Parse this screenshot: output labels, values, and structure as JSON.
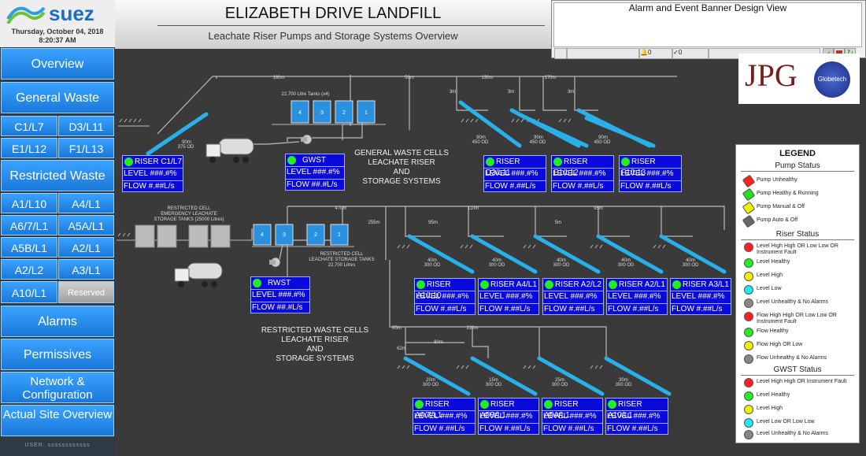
{
  "logo": {
    "brand": "suez",
    "date": "Thursday, October 04, 2018",
    "time": "8:20:37 AM"
  },
  "nav": {
    "overview": "Overview",
    "general_waste": "General Waste",
    "c1": "C1/L7",
    "d3": "D3/L11",
    "e1": "E1/L12",
    "f1": "F1/L13",
    "restricted": "Restricted Waste",
    "a1": "A1/L10",
    "a4": "A4/L1",
    "a6": "A6/7/L1",
    "a5a": "A5A/L1",
    "a5b": "A5B/L1",
    "a2": "A2/L1",
    "a2l2": "A2/L2",
    "a3": "A3/L1",
    "a10": "A10/L1",
    "reserved": "Reserved",
    "alarms": "Alarms",
    "permissives": "Permissives",
    "network": "Network & Configuration",
    "actual": "Actual Site Overview",
    "user": "USER: ssssssssssss"
  },
  "header": {
    "title": "ELIZABETH DRIVE LANDFILL",
    "subtitle": "Leachate Riser Pumps and Storage Systems Overview"
  },
  "alarm_banner": {
    "title": "Alarm and Event Banner Design View",
    "bell_count": "0",
    "ack_count": "0"
  },
  "partners": {
    "jpg": "JPG",
    "globetech": "Globetech"
  },
  "general": {
    "label": [
      "GENERAL WASTE CELLS",
      "LEACHATE RISER",
      "AND",
      "STORAGE SYSTEMS"
    ],
    "tanks_label": "22,700 Litre Tanks (x4)",
    "tank_numbers": [
      "4",
      "3",
      "2",
      "1"
    ],
    "distances": {
      "d160": "160m",
      "d50": "50m",
      "d130": "130m",
      "d170": "170m",
      "d3a": "3m",
      "d3b": "3m",
      "d3c": "3m"
    },
    "pipe_c1": [
      "90m",
      "375 OD"
    ],
    "pipe_d3": [
      "90m",
      "450 OD"
    ],
    "pipe_e1": [
      "90m",
      "450 OD"
    ],
    "pipe_f1": [
      "90m",
      "450 OD"
    ]
  },
  "restricted": {
    "label": [
      "RESTRICTED WASTE CELLS",
      "LEACHATE RISER",
      "AND",
      "STORAGE SYSTEMS"
    ],
    "emerg_label": [
      "RESTRICTED CELL",
      "EMERGENCY LEACHATE",
      "STORAGE TANKS (25000 Litres)"
    ],
    "storage_label": [
      "RESTRICTED CELL",
      "LEACHATE STORAGE TANKS",
      "22,700 Litres"
    ],
    "tank_numbers": [
      "4",
      "3",
      "2",
      "1"
    ],
    "distances": {
      "d470": "470m",
      "d255": "255m",
      "d110": "110m",
      "d95a": "95m",
      "d95b": "95m",
      "d5": "5m",
      "d65": "65m",
      "d220": "220m",
      "d80": "80m",
      "d62": "62m"
    },
    "pipes_top": [
      [
        "40m",
        "300 OD"
      ],
      [
        "40m",
        "300 OD"
      ],
      [
        "40m",
        "300 OD"
      ],
      [
        "40m",
        "300 OD"
      ],
      [
        "40m",
        "300 OD"
      ]
    ],
    "pipes_bot": [
      [
        "20m",
        "300 OD"
      ],
      [
        "15m",
        "300 OD"
      ],
      [
        "25m",
        "300 OD"
      ],
      [
        "30m",
        "300 OD"
      ]
    ]
  },
  "gwst": {
    "title": "GWST",
    "level": "LEVEL ###.#%",
    "flow": "FLOW ##.#L/s"
  },
  "rwst": {
    "title": "RWST",
    "level": "LEVEL ###.#%",
    "flow": "FLOW ##.#L/s"
  },
  "risers": [
    {
      "key": "c1",
      "title": "RISER C1/L7",
      "level": "LEVEL ###.#%",
      "flow": "FLOW #.##L/s"
    },
    {
      "key": "d3",
      "title": "RISER D3/L11",
      "level": "LEVEL ###.#%",
      "flow": "FLOW #.##L/s"
    },
    {
      "key": "e1",
      "title": "RISER E1/L12",
      "level": "LEVEL ###.#%",
      "flow": "FLOW #.##L/s"
    },
    {
      "key": "f1",
      "title": "RISER F1/L13",
      "level": "LEVEL ###.#%",
      "flow": "FLOW #.##L/s"
    },
    {
      "key": "a1",
      "title": "RISER A1/L10",
      "level": "LEVEL ###.#%",
      "flow": "FLOW #.##L/s"
    },
    {
      "key": "a4",
      "title": "RISER A4/L1",
      "level": "LEVEL ###.#%",
      "flow": "FLOW #.##L/s"
    },
    {
      "key": "a2l2",
      "title": "RISER A2/L2",
      "level": "LEVEL ###.#%",
      "flow": "FLOW #.##L/s"
    },
    {
      "key": "a2l1",
      "title": "RISER A2/L1",
      "level": "LEVEL ###.#%",
      "flow": "FLOW #.##L/s"
    },
    {
      "key": "a3",
      "title": "RISER A3/L1",
      "level": "LEVEL ###.#%",
      "flow": "FLOW #.##L/s"
    },
    {
      "key": "a6",
      "title": "RISER A6/7/L1",
      "level": "LEVEL ###.#%",
      "flow": "FLOW #.##L/s"
    },
    {
      "key": "a5b",
      "title": "RISER A5B/L1",
      "level": "LEVEL ###.#%",
      "flow": "FLOW #.##L/s"
    },
    {
      "key": "a5a",
      "title": "RISER A5A/L1",
      "level": "LEVEL ###.#%",
      "flow": "FLOW #.##L/s"
    },
    {
      "key": "a10",
      "title": "RISER A10/L1",
      "level": "LEVEL ###.#%",
      "flow": "FLOW #.##L/s"
    }
  ],
  "legend": {
    "title": "LEGEND",
    "pump_h": "Pump Status",
    "pump": [
      "Pump Unhealthy",
      "Pump Healthy & Running",
      "Pump Manual & Off",
      "Pump Auto & Off"
    ],
    "riser_h": "Riser Status",
    "riser": [
      "Level High High OR Low Low OR Instrument Fault",
      "Level Healthy",
      "Level High",
      "Level Low",
      "Level Unhealthy & No Alarms",
      "Flow High High OR Low Low OR Instrument Fault",
      "Flow Healthy",
      "Flow High OR Low",
      "Flow Unhealthy & No Alarms"
    ],
    "gwst_h": "GWST Status",
    "gwst": [
      "Level High High OR Instrument Fault",
      "Level Healthy",
      "Level High",
      "Level Low OR Low Low",
      "Level Unhealthy & No Alarms"
    ]
  },
  "colors": {
    "pump_red": "#ff2020",
    "pump_green": "#22dd22",
    "pump_yellow": "#f0f000",
    "pump_grey": "#666666",
    "ok": "#22ee22",
    "high": "#f0f000",
    "low": "#22e8f0",
    "fault": "#ff2020",
    "grey": "#888888",
    "panel": "#0a0adc",
    "nav": "#2a8ff0"
  }
}
